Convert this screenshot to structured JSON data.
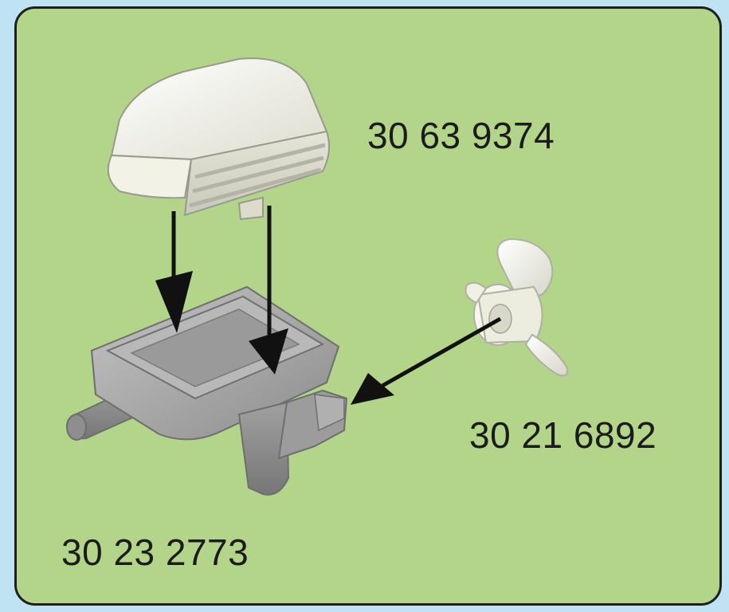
{
  "colors": {
    "page_background": "#bfe3f2",
    "panel_background": "#b3d58a",
    "panel_border": "#1f1f1f",
    "arrow": "#111111",
    "cover_part": "#eeeee2",
    "housing_part": "#a7a7a7",
    "propeller_part": "#f3f3ea"
  },
  "parts": {
    "cover": {
      "part_number": "30 63 9374",
      "icon": "cover-icon"
    },
    "propeller": {
      "part_number": "30 21 6892",
      "icon": "propeller-icon"
    },
    "housing": {
      "part_number": "30 23 2773",
      "icon": "pump-housing-icon"
    }
  }
}
